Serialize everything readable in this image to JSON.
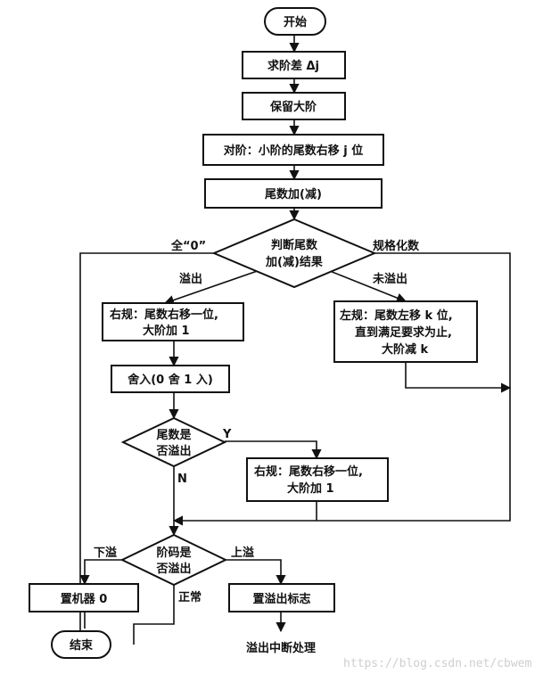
{
  "nodes": {
    "start": "开始",
    "calc_exponent_diff": "求阶差 Δj",
    "keep_large_exponent": "保留大阶",
    "align": "对阶：小阶的尾数右移 j 位",
    "add_sub": "尾数加(减)",
    "judge_line1": "判断尾数",
    "judge_line2": "加(减)结果",
    "right_norm_line1": "右规：尾数右移一位,",
    "right_norm_line2": "大阶加 1",
    "left_norm_line1": "左规：尾数左移 k 位,",
    "left_norm_line2": "直到满足要求为止,",
    "left_norm_line3": "大阶减 k",
    "round": "舍入(0 舍 1 入)",
    "mantissa_overflow_line1": "尾数是",
    "mantissa_overflow_line2": "否溢出",
    "right_norm2_line1": "右规：尾数右移一位,",
    "right_norm2_line2": "大阶加 1",
    "exp_overflow_line1": "阶码是",
    "exp_overflow_line2": "否溢出",
    "set_zero": "置机器 0",
    "set_overflow_flag": "置溢出标志",
    "end": "结束",
    "interrupt": "溢出中断处理"
  },
  "edges": {
    "all_zero": "全“0”",
    "normalized": "规格化数",
    "overflow": "溢出",
    "no_overflow": "未溢出",
    "yes": "Y",
    "no": "N",
    "underflow": "下溢",
    "upper_overflow": "上溢",
    "normal": "正常"
  },
  "watermark": "https://blog.csdn.net/cbwem"
}
